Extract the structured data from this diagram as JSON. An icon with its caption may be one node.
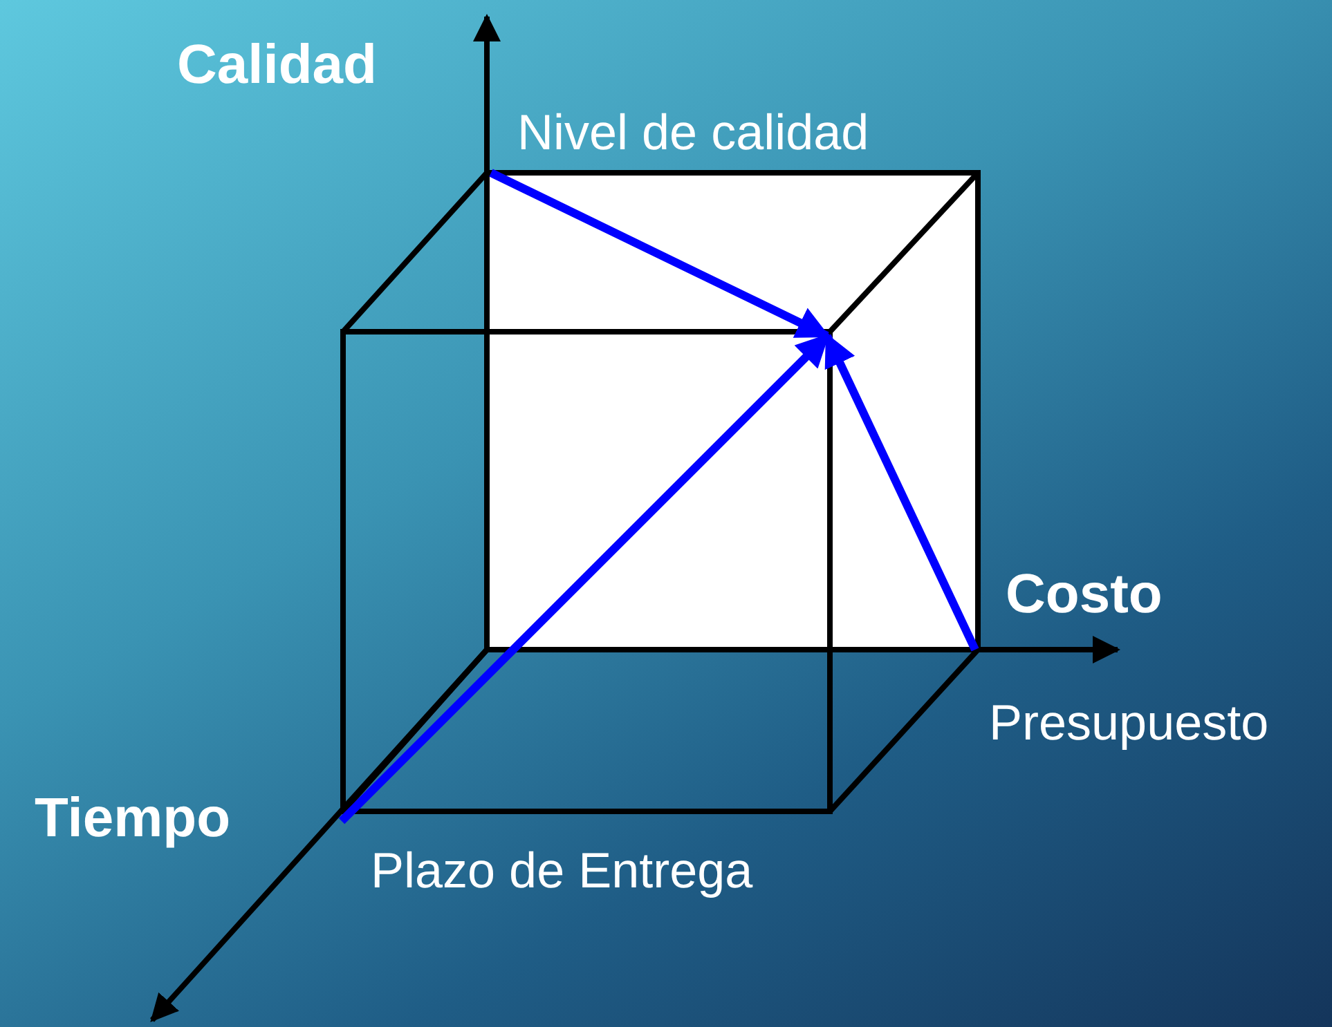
{
  "diagram": {
    "nodes": [
      {
        "text": [
          "Nivel de calidad"
        ]
      },
      {
        "text": [
          "Presupuesto"
        ]
      },
      {
        "text": [
          "Plazo de Entrega"
        ]
      }
    ],
    "edges": [
      {
        "from": 0,
        "to": null,
        "arrow": "to",
        "color": "#0000ff"
      },
      {
        "from": 1,
        "to": null,
        "arrow": "to",
        "color": "#0000ff"
      },
      {
        "from": 2,
        "to": null,
        "arrow": "to",
        "color": "#0000ff"
      }
    ],
    "labels": [
      "Calidad",
      "Costo",
      "Tiempo"
    ]
  }
}
